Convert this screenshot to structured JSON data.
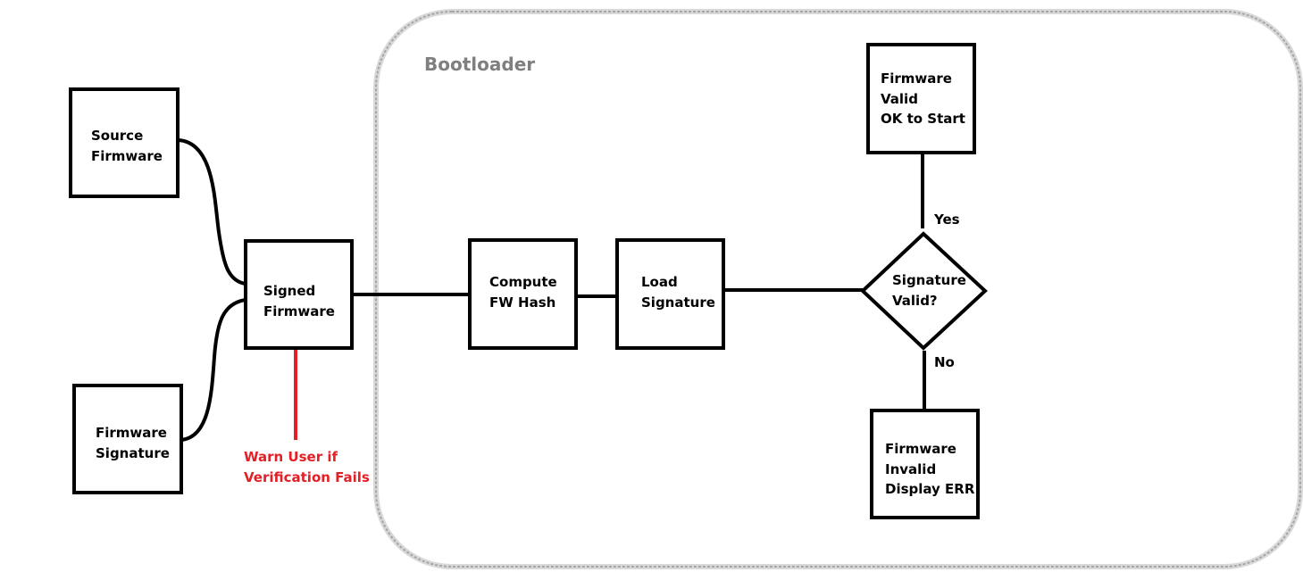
{
  "boundary": {
    "title": "Bootloader"
  },
  "nodes": {
    "source_firmware": {
      "lines": [
        "Source",
        "Firmware"
      ]
    },
    "firmware_signature": {
      "lines": [
        "Firmware",
        "Signature"
      ]
    },
    "signed_firmware": {
      "lines": [
        "Signed",
        "Firmware"
      ]
    },
    "compute_hash": {
      "lines": [
        "Compute",
        "FW Hash"
      ]
    },
    "load_signature": {
      "lines": [
        "Load",
        "Signature"
      ]
    },
    "signature_valid": {
      "lines": [
        "Signature",
        "Valid?"
      ]
    },
    "firmware_valid": {
      "lines": [
        "Firmware",
        "Valid",
        "OK to Start"
      ]
    },
    "firmware_invalid": {
      "lines": [
        "Firmware",
        "Invalid",
        "Display ERR"
      ]
    }
  },
  "edge_labels": {
    "yes": "Yes",
    "no": "No"
  },
  "warning": {
    "lines": [
      "Warn User if",
      "Verification Fails"
    ]
  },
  "colors": {
    "warning": "#e32028",
    "boundary": "#a6a6a6",
    "boundary_title": "#7f7f7f"
  }
}
